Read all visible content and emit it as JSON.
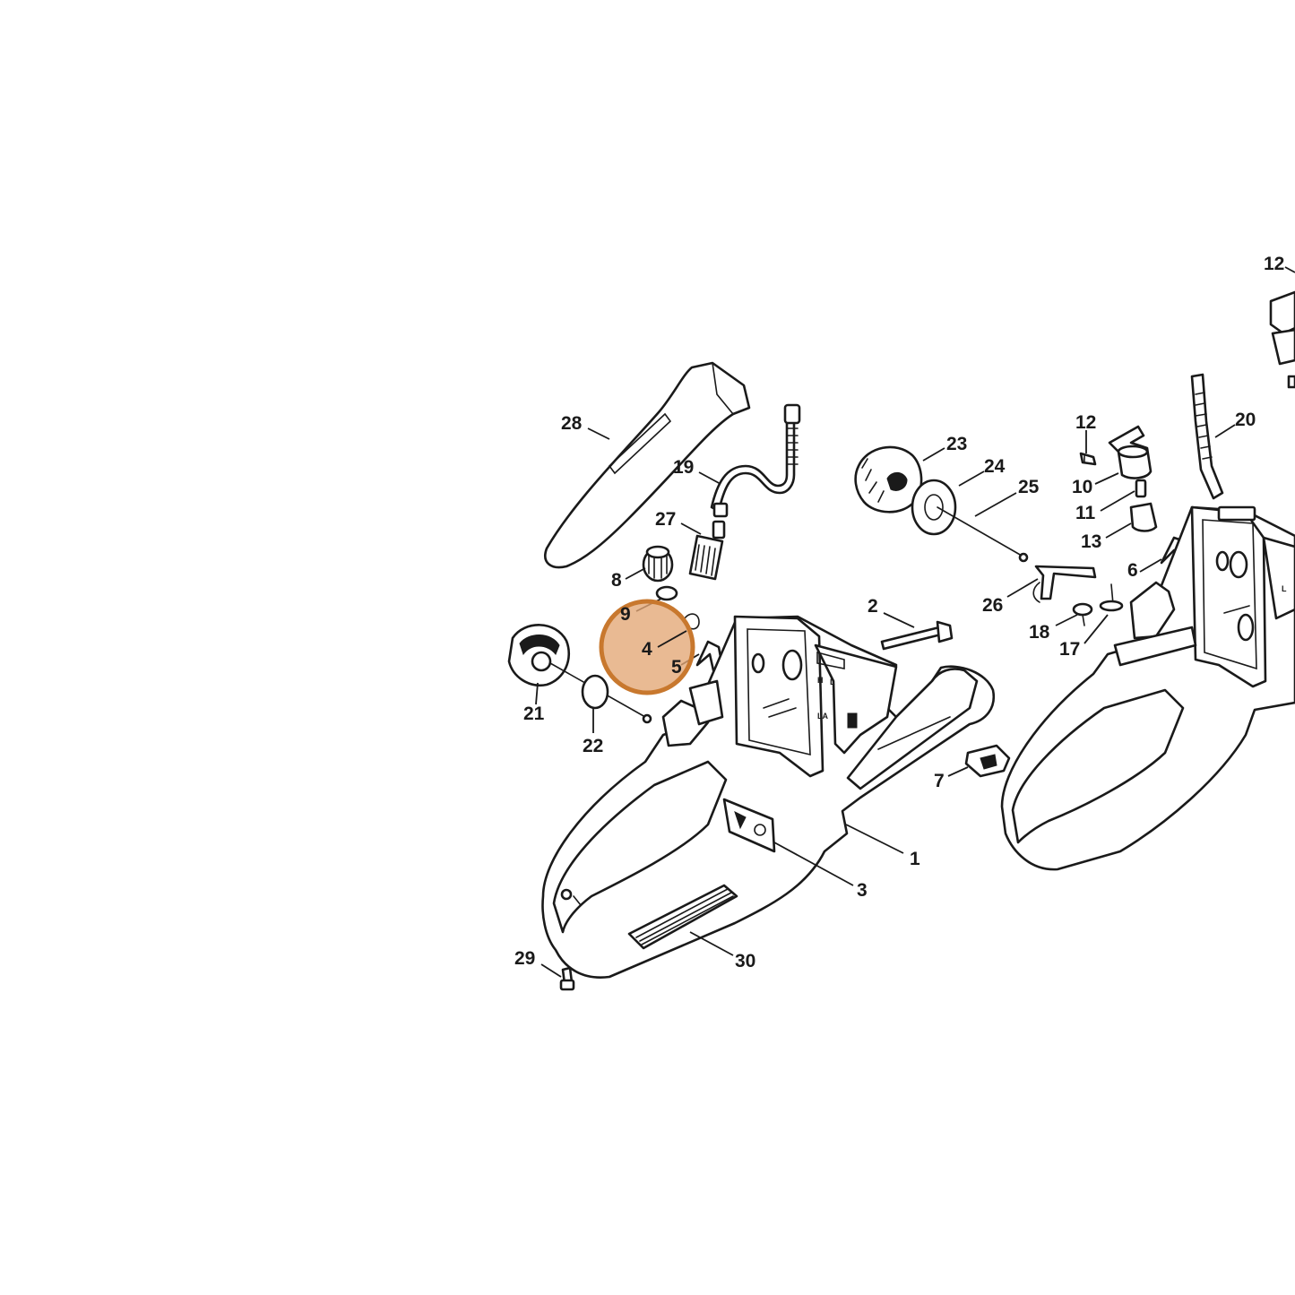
{
  "diagram": {
    "callouts": [
      {
        "id": "28",
        "text": "28"
      },
      {
        "id": "19",
        "text": "19"
      },
      {
        "id": "27",
        "text": "27"
      },
      {
        "id": "8",
        "text": "8"
      },
      {
        "id": "9",
        "text": "9"
      },
      {
        "id": "4",
        "text": "4"
      },
      {
        "id": "5",
        "text": "5"
      },
      {
        "id": "21",
        "text": "21"
      },
      {
        "id": "22",
        "text": "22"
      },
      {
        "id": "23",
        "text": "23"
      },
      {
        "id": "24",
        "text": "24"
      },
      {
        "id": "25",
        "text": "25"
      },
      {
        "id": "26",
        "text": "26"
      },
      {
        "id": "2",
        "text": "2"
      },
      {
        "id": "12a",
        "text": "12"
      },
      {
        "id": "10",
        "text": "10"
      },
      {
        "id": "11",
        "text": "11"
      },
      {
        "id": "13",
        "text": "13"
      },
      {
        "id": "20",
        "text": "20"
      },
      {
        "id": "12b",
        "text": "12"
      },
      {
        "id": "6",
        "text": "6"
      },
      {
        "id": "18",
        "text": "18"
      },
      {
        "id": "17",
        "text": "17"
      },
      {
        "id": "7",
        "text": "7"
      },
      {
        "id": "1",
        "text": "1"
      },
      {
        "id": "3",
        "text": "3"
      },
      {
        "id": "29",
        "text": "29"
      },
      {
        "id": "30",
        "text": "30"
      }
    ],
    "housing_marks": {
      "h": "H",
      "l": "L",
      "la": "LA"
    },
    "highlight": {
      "color": "#e3a675",
      "border_color": "#c8782e",
      "target_callout": "4"
    }
  }
}
